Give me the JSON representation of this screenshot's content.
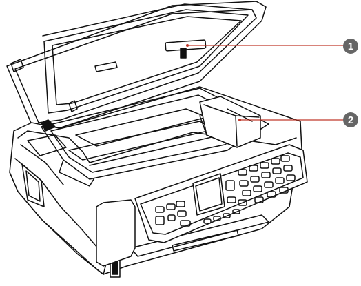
{
  "figure": {
    "subject": "printer-with-scanner-lid-open",
    "callouts": [
      {
        "number": "1",
        "target": "scanner-unit-latch"
      },
      {
        "number": "2",
        "target": "print-head-carriage"
      }
    ],
    "colors": {
      "leader_line": "#c0392b",
      "badge": "#666666",
      "outline": "#111111"
    }
  }
}
